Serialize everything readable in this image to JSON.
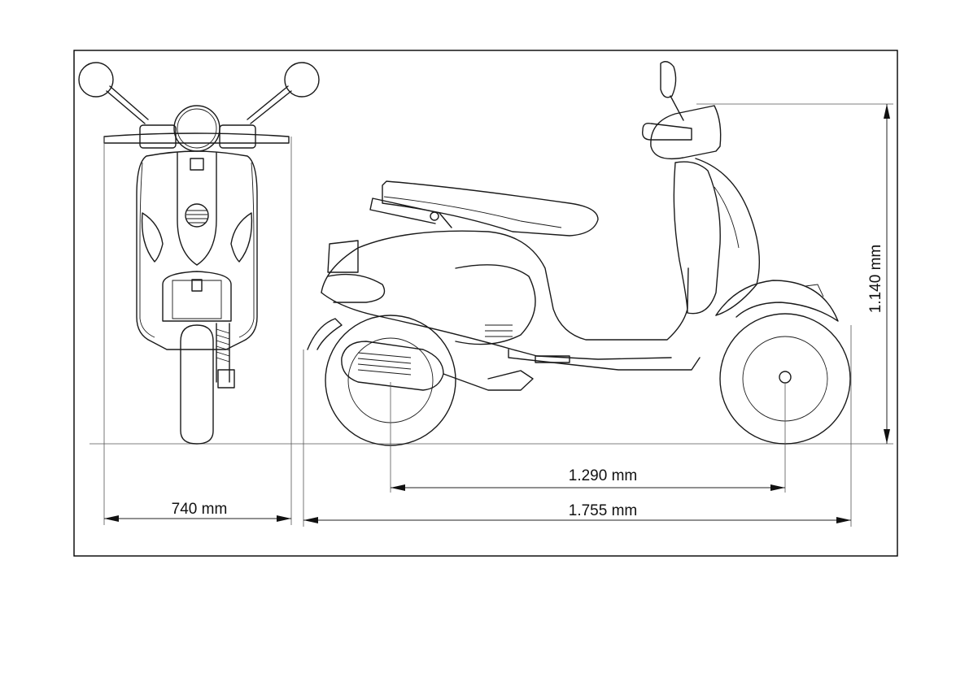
{
  "dimensions": {
    "width": "740 mm",
    "wheelbase": "1.290 mm",
    "length": "1.755 mm",
    "height": "1.140 mm"
  },
  "colors": {
    "line": "#1a1a1a",
    "frame": "#000000",
    "background": "#ffffff"
  }
}
